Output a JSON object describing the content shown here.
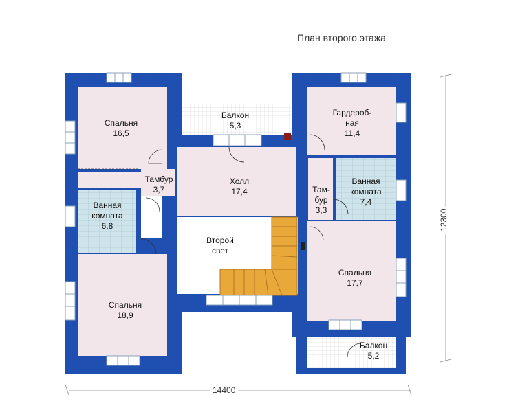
{
  "plan_title": "План второго этажа",
  "rooms": [
    {
      "id": "bedroom-1",
      "name": "Спальня",
      "area": "16,5"
    },
    {
      "id": "balcony-top",
      "name": "Балкон",
      "area": "5,3"
    },
    {
      "id": "wardrobe",
      "name": "Гардероб-\nная",
      "area": "11,4"
    },
    {
      "id": "vestibule-left",
      "name": "Тамбур",
      "area": "3,7"
    },
    {
      "id": "hall",
      "name": "Холл",
      "area": "17,4"
    },
    {
      "id": "vestibule-right",
      "name": "Там-\nбур",
      "area": "3,3"
    },
    {
      "id": "bathroom-right",
      "name": "Ванная\nкомната",
      "area": "7,4"
    },
    {
      "id": "bathroom-left",
      "name": "Ванная\nкомната",
      "area": "6,8"
    },
    {
      "id": "second-light",
      "name": "Второй\nсвет",
      "area": ""
    },
    {
      "id": "bedroom-right",
      "name": "Спальня",
      "area": "17,7"
    },
    {
      "id": "bedroom-2",
      "name": "Спальня",
      "area": "18,9"
    },
    {
      "id": "balcony-bottom",
      "name": "Балкон",
      "area": "5,2"
    }
  ],
  "dimensions": {
    "width": "14400",
    "height": "12300"
  },
  "colors": {
    "wall": "#1f4fb0",
    "room": "#f2e6ea",
    "bath": "#cfe3ea",
    "stair": "#e8a93a",
    "balcony": "#ffffff"
  }
}
